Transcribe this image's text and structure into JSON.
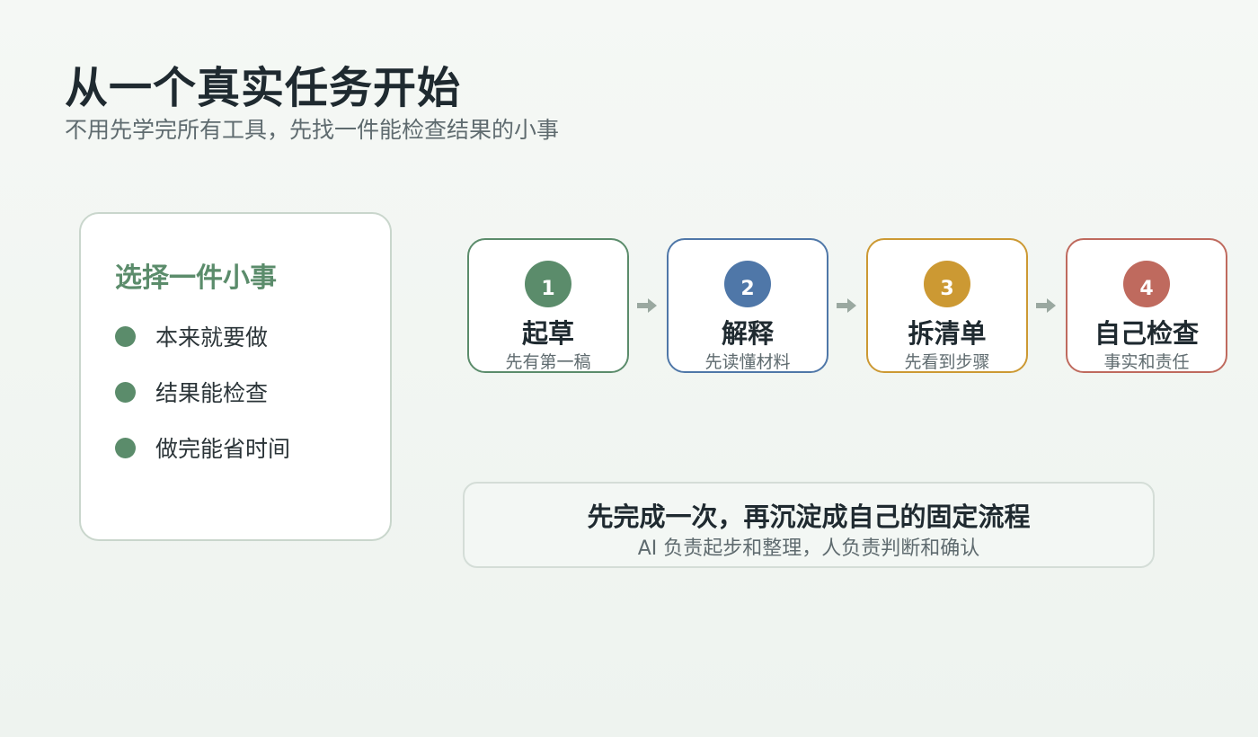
{
  "title": "从一个真实任务开始",
  "subtitle": "不用先学完所有工具，先找一件能检查结果的小事",
  "select_card": {
    "title": "选择一件小事",
    "items": [
      {
        "label": "本来就要做"
      },
      {
        "label": "结果能检查"
      },
      {
        "label": "做完能省时间"
      }
    ],
    "accent_color": "#5b8c6b"
  },
  "steps": [
    {
      "number": "1",
      "title": "起草",
      "desc": "先有第一稿",
      "color": "#5b8c6b"
    },
    {
      "number": "2",
      "title": "解释",
      "desc": "先读懂材料",
      "color": "#4f77a8"
    },
    {
      "number": "3",
      "title": "拆清单",
      "desc": "先看到步骤",
      "color": "#cc9933"
    },
    {
      "number": "4",
      "title": "自己检查",
      "desc": "事实和责任",
      "color": "#bf6a5e"
    }
  ],
  "arrow_color": "#9aa8a0",
  "summary": {
    "title": "先完成一次，再沉淀成自己的固定流程",
    "subtitle": "AI 负责起步和整理，人负责判断和确认"
  },
  "icons": {
    "bullet": "filled-circle",
    "arrow": "arrow-right-icon"
  }
}
